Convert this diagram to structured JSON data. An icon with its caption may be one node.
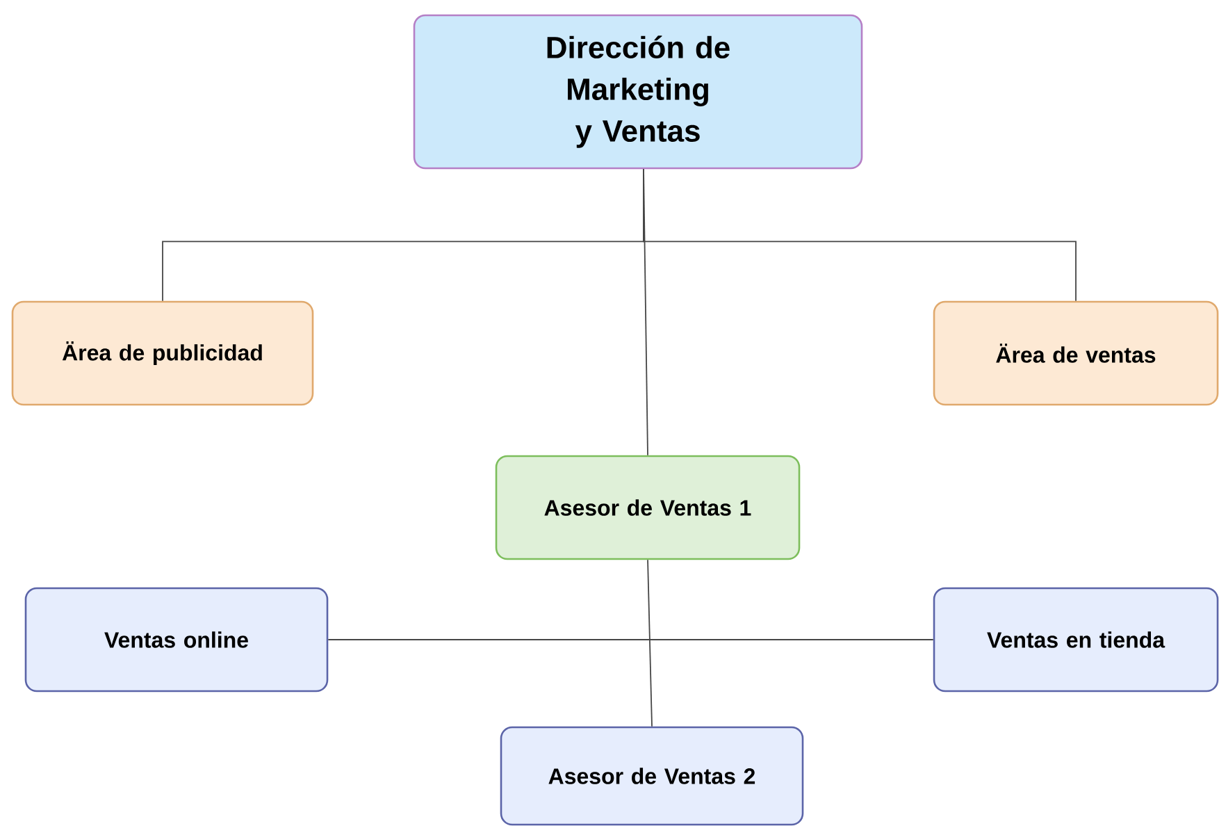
{
  "diagram": {
    "nodes": [
      {
        "text": [
          "Dirección de Marketing y Ventas"
        ]
      },
      {
        "text": [
          "Ärea de publicidad"
        ]
      },
      {
        "text": [
          "Ärea de ventas"
        ]
      },
      {
        "text": [
          "Asesor de Ventas 1"
        ]
      },
      {
        "text": [
          "Ventas online"
        ]
      },
      {
        "text": [
          "Ventas en tienda"
        ]
      },
      {
        "text": [
          "Asesor de Ventas 2"
        ]
      }
    ],
    "edges": [
      {
        "from": 0,
        "to": 1,
        "arrow": "none"
      },
      {
        "from": 0,
        "to": 2,
        "arrow": "none"
      },
      {
        "from": 0,
        "to": 3,
        "arrow": "none"
      },
      {
        "from": 3,
        "to": 6,
        "arrow": "none"
      },
      {
        "from": 4,
        "to": 5,
        "arrow": "none"
      }
    ]
  }
}
